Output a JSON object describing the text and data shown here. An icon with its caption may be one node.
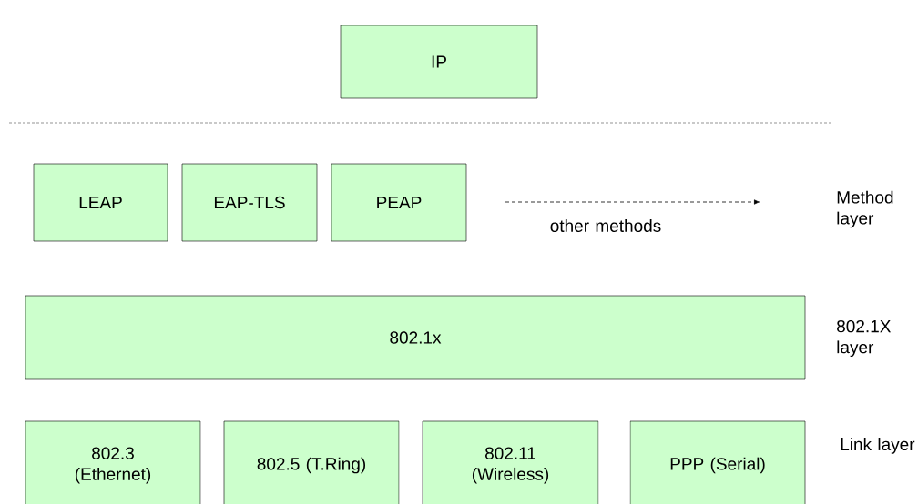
{
  "diagram": {
    "nodes": [
      {
        "text": [
          "IP"
        ]
      },
      {
        "text": [
          "LEAP"
        ]
      },
      {
        "text": [
          "EAP-TLS"
        ]
      },
      {
        "text": [
          "PEAP"
        ]
      },
      {
        "text": [
          "802.1x"
        ]
      },
      {
        "text": [
          "802.3 (Ethernet)"
        ]
      },
      {
        "text": [
          "802.5 (T.Ring)"
        ]
      },
      {
        "text": [
          "802.11 (Wireless)"
        ]
      },
      {
        "text": [
          "PPP (Serial)"
        ]
      }
    ],
    "edges": [],
    "labels": [
      "other methods",
      "Method layer",
      "802.1X layer",
      "Link layer"
    ]
  }
}
